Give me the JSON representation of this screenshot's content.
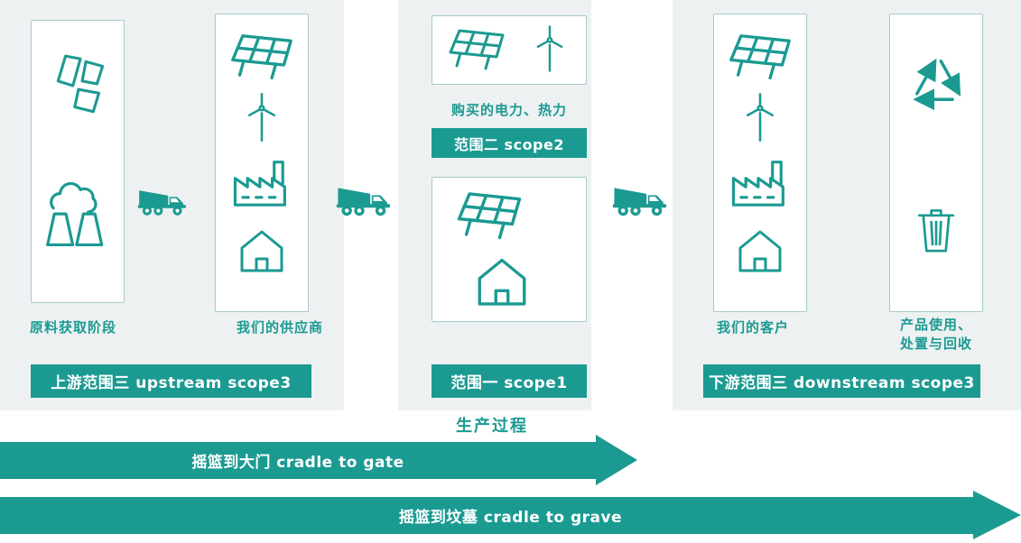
{
  "colors": {
    "accent": "#1b9a92",
    "panel_bg": "#edf1f2",
    "box_border": "#a6cbc8",
    "banner_text": "#ffffff"
  },
  "panels": {
    "left": {
      "box1_caption": "原料获取阶段",
      "box2_caption": "我们的供应商",
      "banner": "上游范围三  upstream scope3"
    },
    "middle": {
      "purchased_caption": "购买的电力、热力",
      "scope2_banner": "范围二 scope2",
      "scope1_banner": "范围一  scope1"
    },
    "right": {
      "box1_caption": "我们的客户",
      "box2_caption_line1": "产品使用、",
      "box2_caption_line2": "处置与回收",
      "banner": "下游范围三  downstream scope3"
    }
  },
  "bottom": {
    "production_label": "生产过程",
    "cradle_to_gate": "摇篮到大门 cradle to gate",
    "cradle_to_grave": "摇篮到坟墓 cradle to grave"
  },
  "icons": {
    "raw-materials-icon": "stone slabs",
    "power-plant-smoke-icon": "chimneys with smoke cloud",
    "truck-icon": "dump truck",
    "solar-panel-icon": "solar panel",
    "wind-turbine-icon": "wind turbine",
    "factory-icon": "factory building",
    "house-icon": "house",
    "recycle-icon": "recycling arrows ♻",
    "trash-icon": "waste bin"
  }
}
